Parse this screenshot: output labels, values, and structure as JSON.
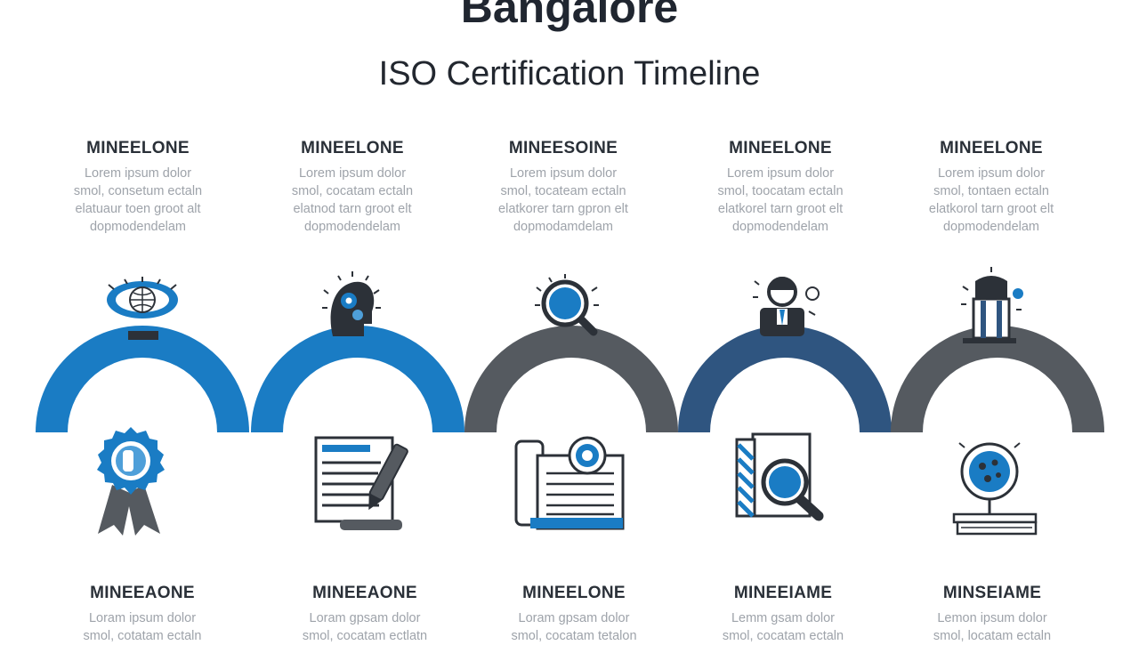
{
  "title": "Bangalore",
  "subtitle": "ISO Certification Timeline",
  "colors": {
    "blue": "#1a7cc4",
    "navy": "#2f5580",
    "gray": "#555a60",
    "dark": "#2c3138",
    "light_blue": "#4e9fd9",
    "background": "#ffffff"
  },
  "top_milestones": [
    {
      "title": "MINEELONE",
      "body": "Lorem ipsum dolor\nsmol, consetum ectaln\nelatuaur toen groot alt\ndopmodendelam",
      "icon": "eye-globe-icon",
      "arc_color": "blue"
    },
    {
      "title": "MINEELONE",
      "body": "Lorem ipsum dolor\nsmol, cocatam ectaln\nelatnod tarn groot elt\ndopmodendelam",
      "icon": "head-gears-icon",
      "arc_color": "blue"
    },
    {
      "title": "MINEESOINE",
      "body": "Lorem ipsum dolor\nsmol, tocateam ectaln\nelatkorer tarn gpron elt\ndopmodamdelam",
      "icon": "magnifier-icon",
      "arc_color": "gray"
    },
    {
      "title": "MINEELONE",
      "body": "Lorem ipsum dolor\nsmol, toocatam ectaln\nelatkorel tarn groot elt\ndopmodendelam",
      "icon": "inspector-icon",
      "arc_color": "navy"
    },
    {
      "title": "MINEELONE",
      "body": "Lorem ipsum dolor\nsmol, tontaen ectaln\nelatkorol tarn groot elt\ndopmodendelam",
      "icon": "auditor-icon",
      "arc_color": "gray"
    }
  ],
  "bottom_milestones": [
    {
      "title": "MINEEAONE",
      "body": "Loram ipsum dolor\nsmol, cotatam ectaln",
      "icon": "award-ribbon-icon"
    },
    {
      "title": "MINEEAONE",
      "body": "Loram gpsam dolor\nsmol, cocatam ectlatn",
      "icon": "document-pen-icon"
    },
    {
      "title": "MINEELONE",
      "body": "Loram gpsam dolor\nsmol, cocatam tetalon",
      "icon": "certificate-seal-icon"
    },
    {
      "title": "MINEEIAME",
      "body": "Lemm gsam dolor\nsmol, cocatam ectaln",
      "icon": "document-search-icon"
    },
    {
      "title": "MINSEIAME",
      "body": "Lemon ipsum dolor\nsmol, locatam ectaln",
      "icon": "globe-book-icon"
    }
  ]
}
